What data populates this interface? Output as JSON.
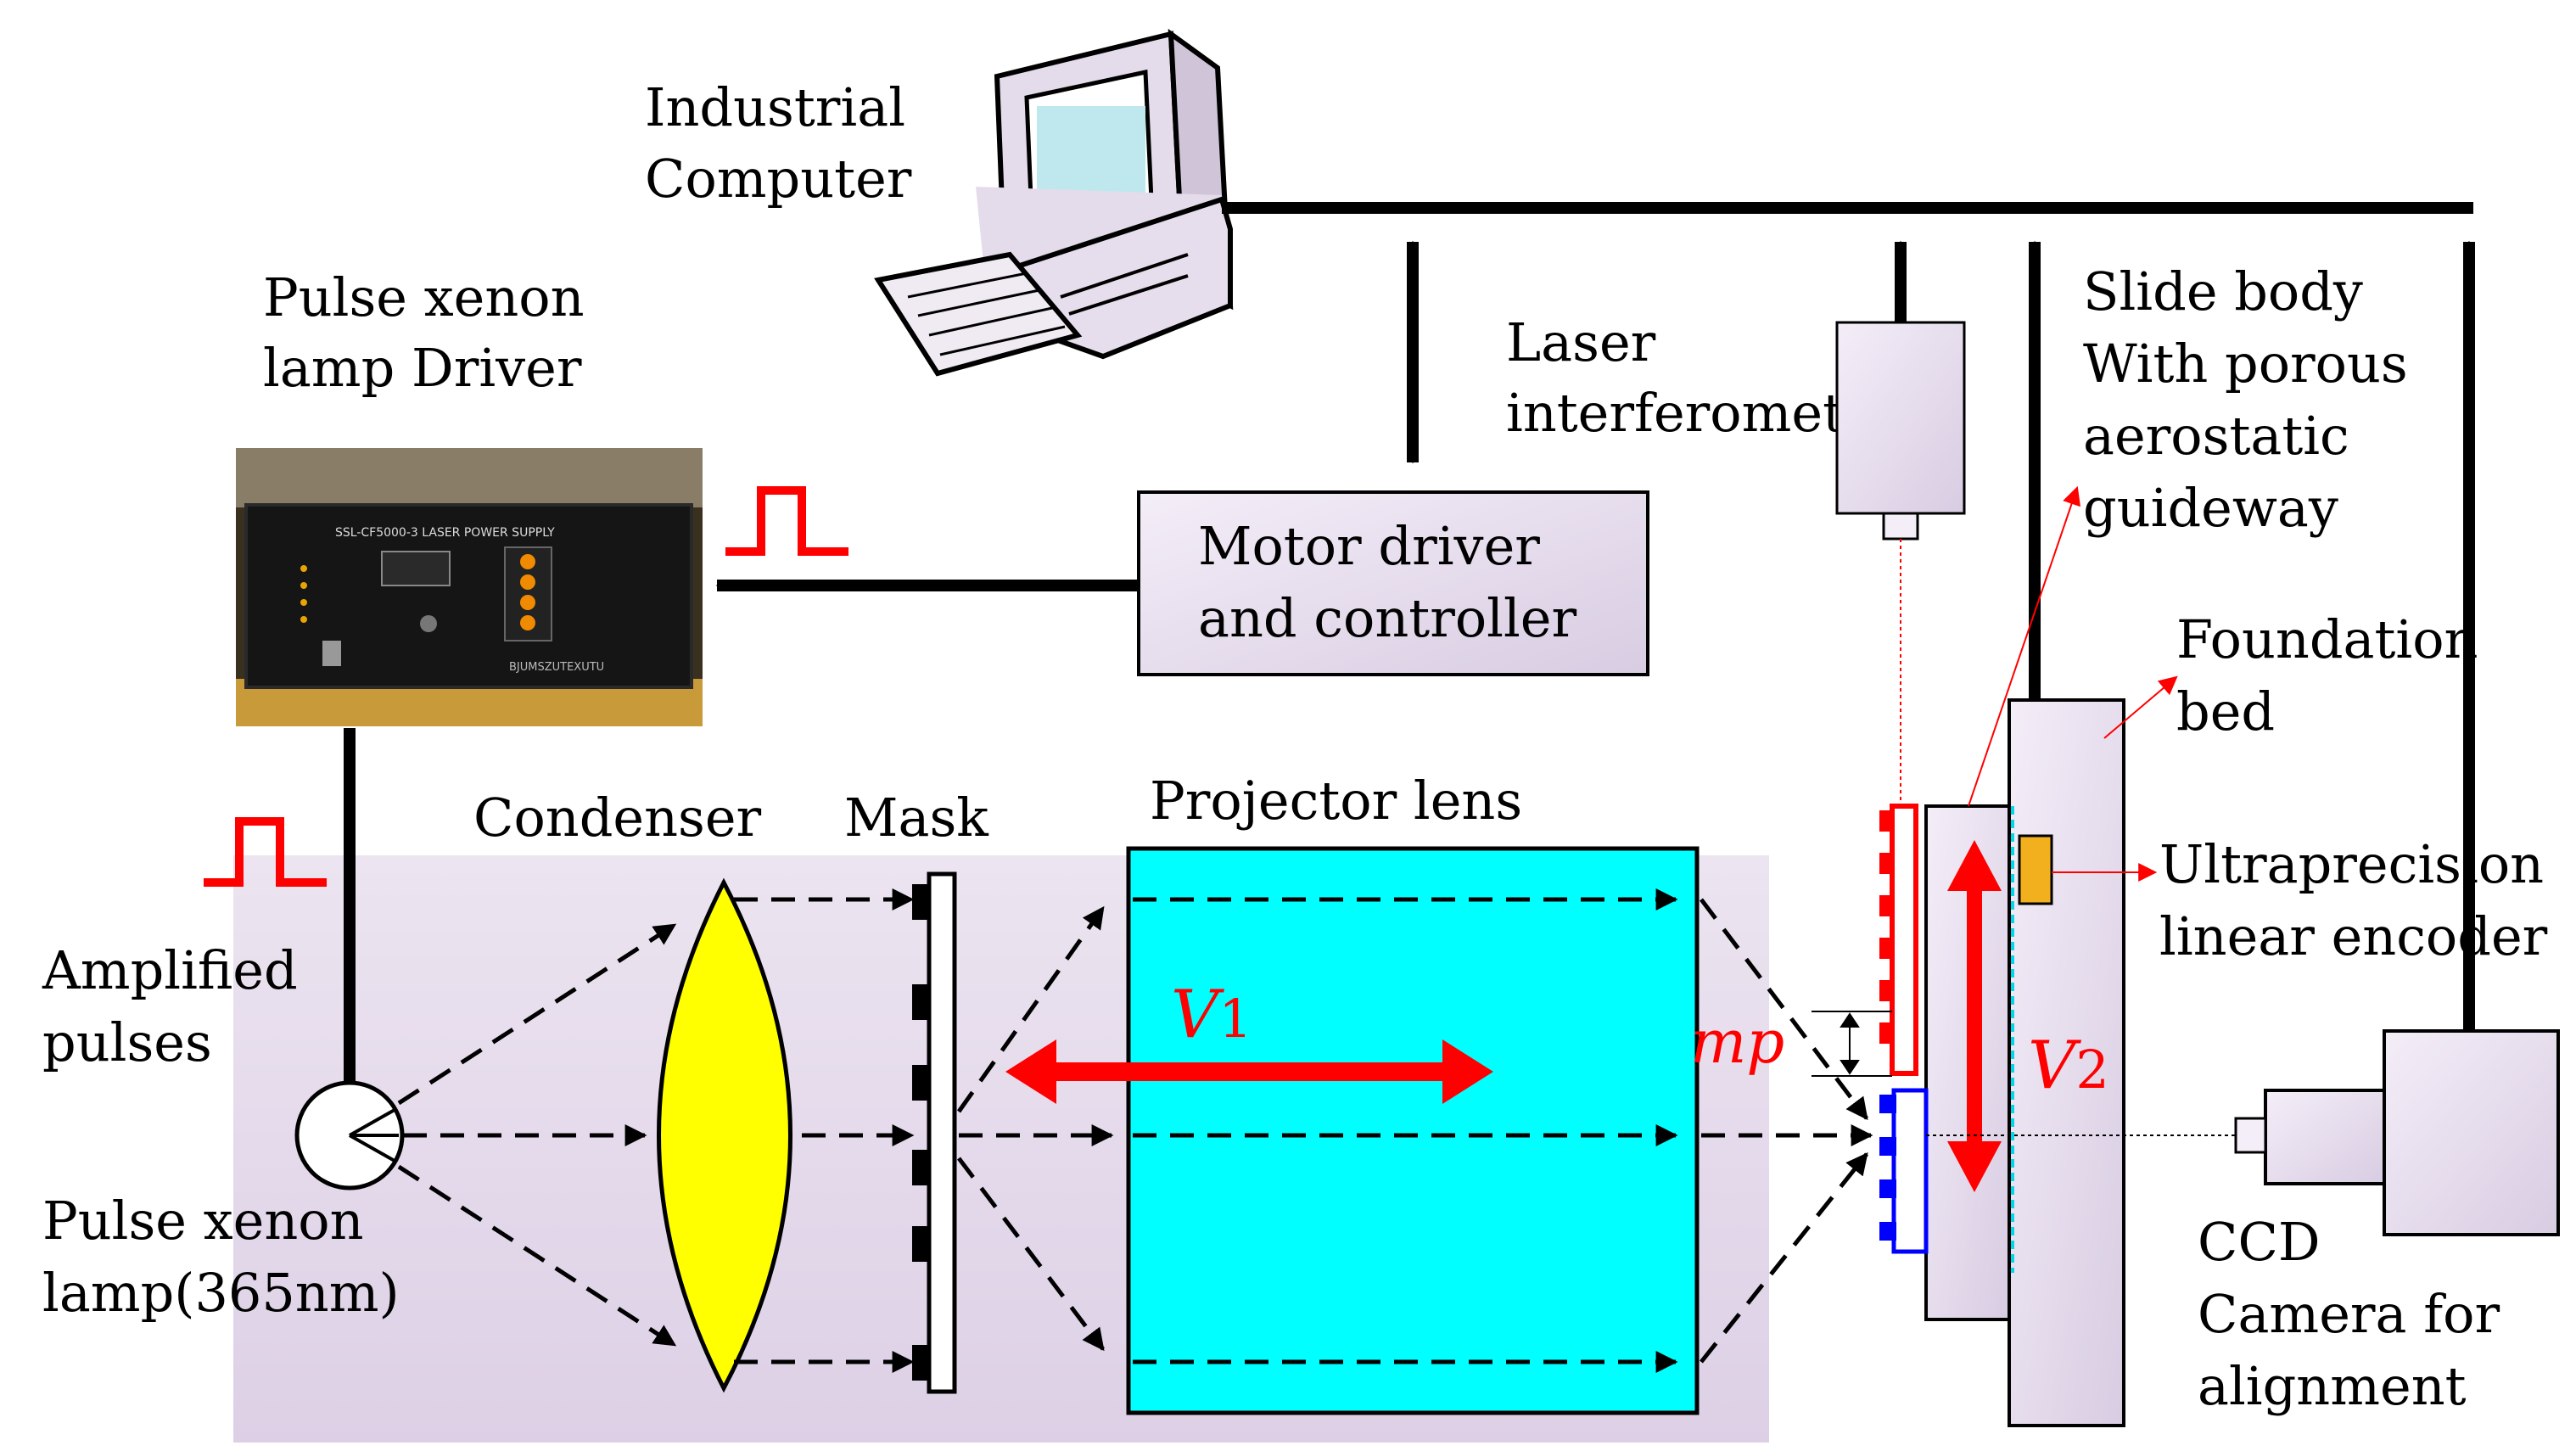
{
  "labels": {
    "industrial_computer": [
      "Industrial",
      "Computer"
    ],
    "pulse_driver": [
      "Pulse xenon",
      "lamp Driver"
    ],
    "laser_interferometer": [
      "Laser",
      "interferometer"
    ],
    "slide_body": [
      "Slide body",
      "With porous",
      "aerostatic",
      "guideway"
    ],
    "motor_driver": [
      "Motor driver",
      "and controller"
    ],
    "foundation_bed": [
      "Foundation",
      "bed"
    ],
    "condenser": "Condenser",
    "mask": "Mask",
    "projector_lens": "Projector lens",
    "ultraprecision_encoder": [
      "Ultraprecision",
      "linear encoder"
    ],
    "amplified_pulses": [
      "Amplified",
      "pulses"
    ],
    "pulse_xenon_lamp": [
      "Pulse xenon",
      "lamp(365nm)"
    ],
    "ccd_camera": [
      "CCD",
      "Camera for",
      "alignment"
    ],
    "v1_letter": "V",
    "v1_sub": "1",
    "v2_letter": "V",
    "v2_sub": "2",
    "mp": "mp"
  },
  "power_supply_panel": {
    "model": "SSL-CF5000-3 LASER POWER SUPPLY",
    "brand": "BJUMSZUTEXUTU"
  },
  "colors": {
    "lens_fill": "#ffff00",
    "projector_fill": "#00ffff",
    "motion_arrow": "#ff0000",
    "grating_red": "#ff0000",
    "grating_blue": "#0000ff",
    "encoder_fill": "#f2b01e",
    "device_fill": "#e8e0ee"
  }
}
